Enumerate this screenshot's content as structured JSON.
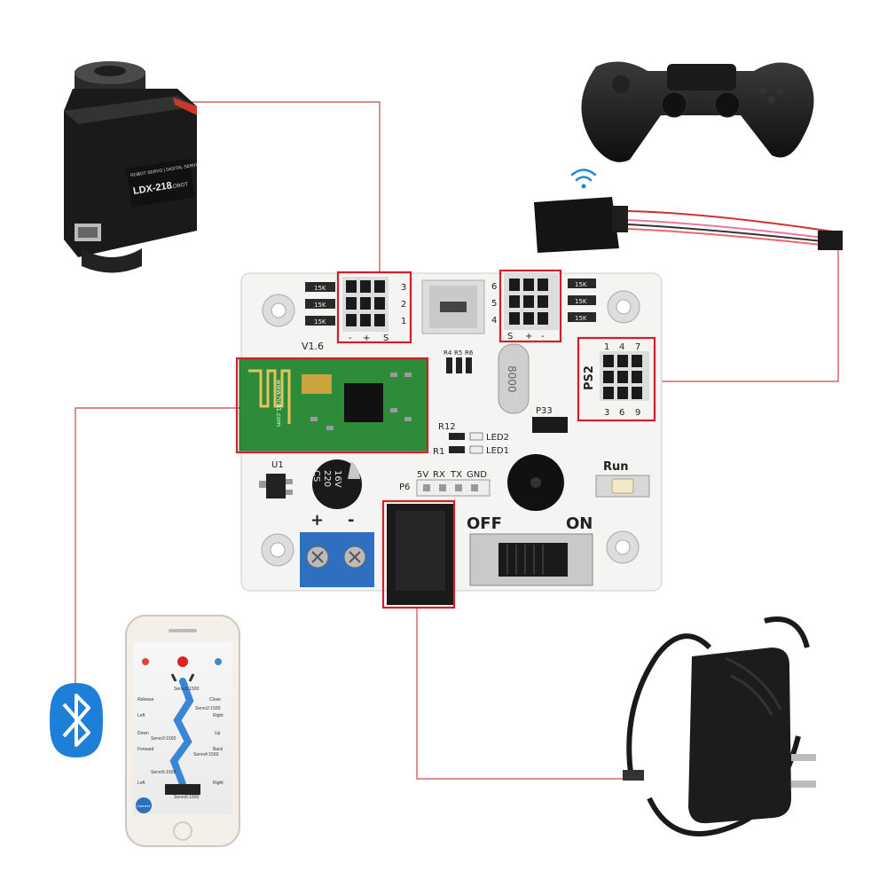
{
  "colors": {
    "connector_line": "#c8484a",
    "highlight_box": "#d0202a",
    "board": "#f4f4f2",
    "terminal_block": "#2f6fc0",
    "bt_module": "#2e8b3a",
    "bluetooth": "#1e7fd8"
  },
  "servo": {
    "label_top": "ROBOT SERVO | DIGITAL SERVO",
    "model": "LDX-218",
    "brand": "LOBOT"
  },
  "board": {
    "version": "V1.6",
    "servo_left_numbers": [
      "3",
      "2",
      "1"
    ],
    "servo_left_pins": [
      "-",
      "+",
      "S"
    ],
    "servo_right_numbers": [
      "6",
      "5",
      "4"
    ],
    "servo_right_pins": [
      "S",
      "+",
      "-"
    ],
    "resistor_left": [
      "15K",
      "15K",
      "15K"
    ],
    "resistor_right": [
      "15K",
      "15K",
      "15K"
    ],
    "r_labels": [
      "R4",
      "R5",
      "R6"
    ],
    "crystal": "8000",
    "ps2_label": "PS2",
    "ps2_top": [
      "1",
      "4",
      "7"
    ],
    "ps2_bottom": [
      "3",
      "6",
      "9"
    ],
    "p33": "P33",
    "r12": "R12",
    "r1": "R1",
    "led2": "LED2",
    "led1": "LED1",
    "bt_text": "www.hc01.com",
    "u1": "U1",
    "cap": [
      "16V",
      "220",
      "CS"
    ],
    "p6": "P6",
    "uart": [
      "5V",
      "RX",
      "TX",
      "GND"
    ],
    "run": "Run",
    "off": "OFF",
    "on": "ON",
    "plus": "+",
    "minus": "-"
  },
  "phone": {
    "labels": [
      "Release",
      "Close",
      "Left",
      "Right",
      "Down",
      "Up",
      "Forward",
      "Back",
      "Left",
      "Right"
    ],
    "servo_labels": [
      "Servo1:1500",
      "Servo2:1500",
      "Servo3:1500",
      "Servo4:1500",
      "Servo5:1500",
      "Servo6:1500"
    ],
    "connect": "Connect"
  }
}
